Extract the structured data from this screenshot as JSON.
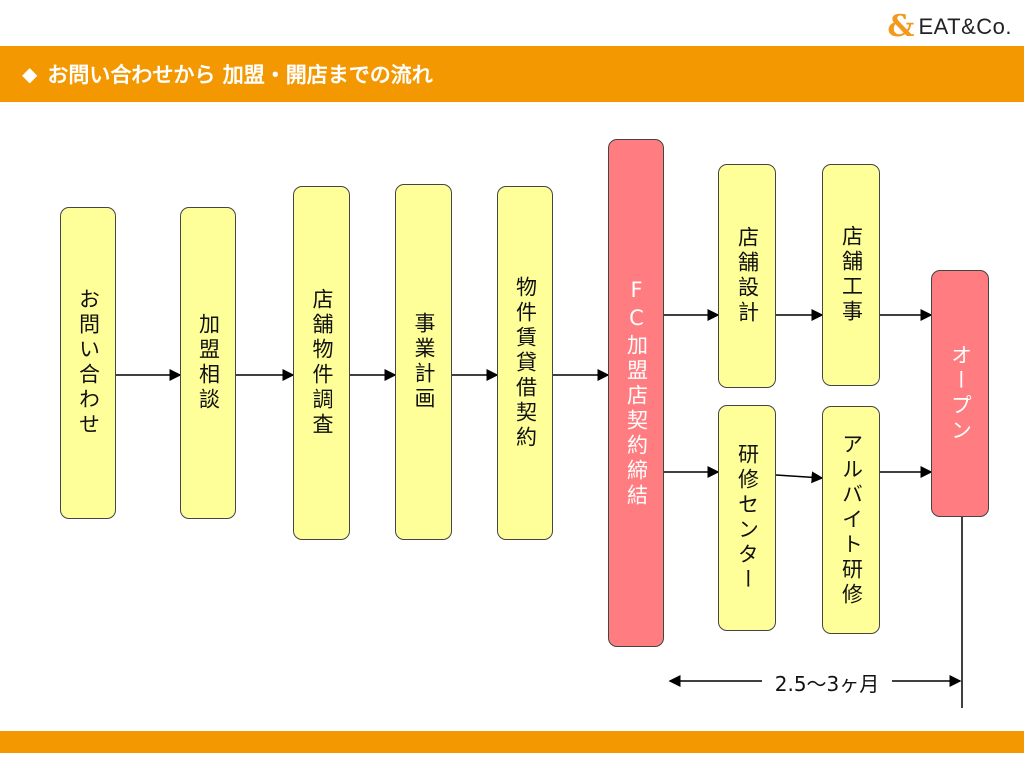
{
  "logo": {
    "mark": "&",
    "text": "EAT&Co."
  },
  "title": {
    "diamond": "◆",
    "text": "お問い合わせから 加盟・開店までの流れ"
  },
  "steps": [
    {
      "label": "お問い合わせ"
    },
    {
      "label": "加盟相談"
    },
    {
      "label": "店舗物件調査"
    },
    {
      "label": "事業計画"
    },
    {
      "label": "物件賃貸借契約"
    },
    {
      "label": "FC加盟店契約締結"
    },
    {
      "label": "店舗設計"
    },
    {
      "label": "店舗工事"
    },
    {
      "label": "研修センター"
    },
    {
      "label": "アルバイト研修"
    },
    {
      "label": "オープン"
    }
  ],
  "duration": "2.5〜3ヶ月",
  "colors": {
    "accent": "#F39800",
    "step": "#FFFF99",
    "milestone": "#FF7C80"
  }
}
